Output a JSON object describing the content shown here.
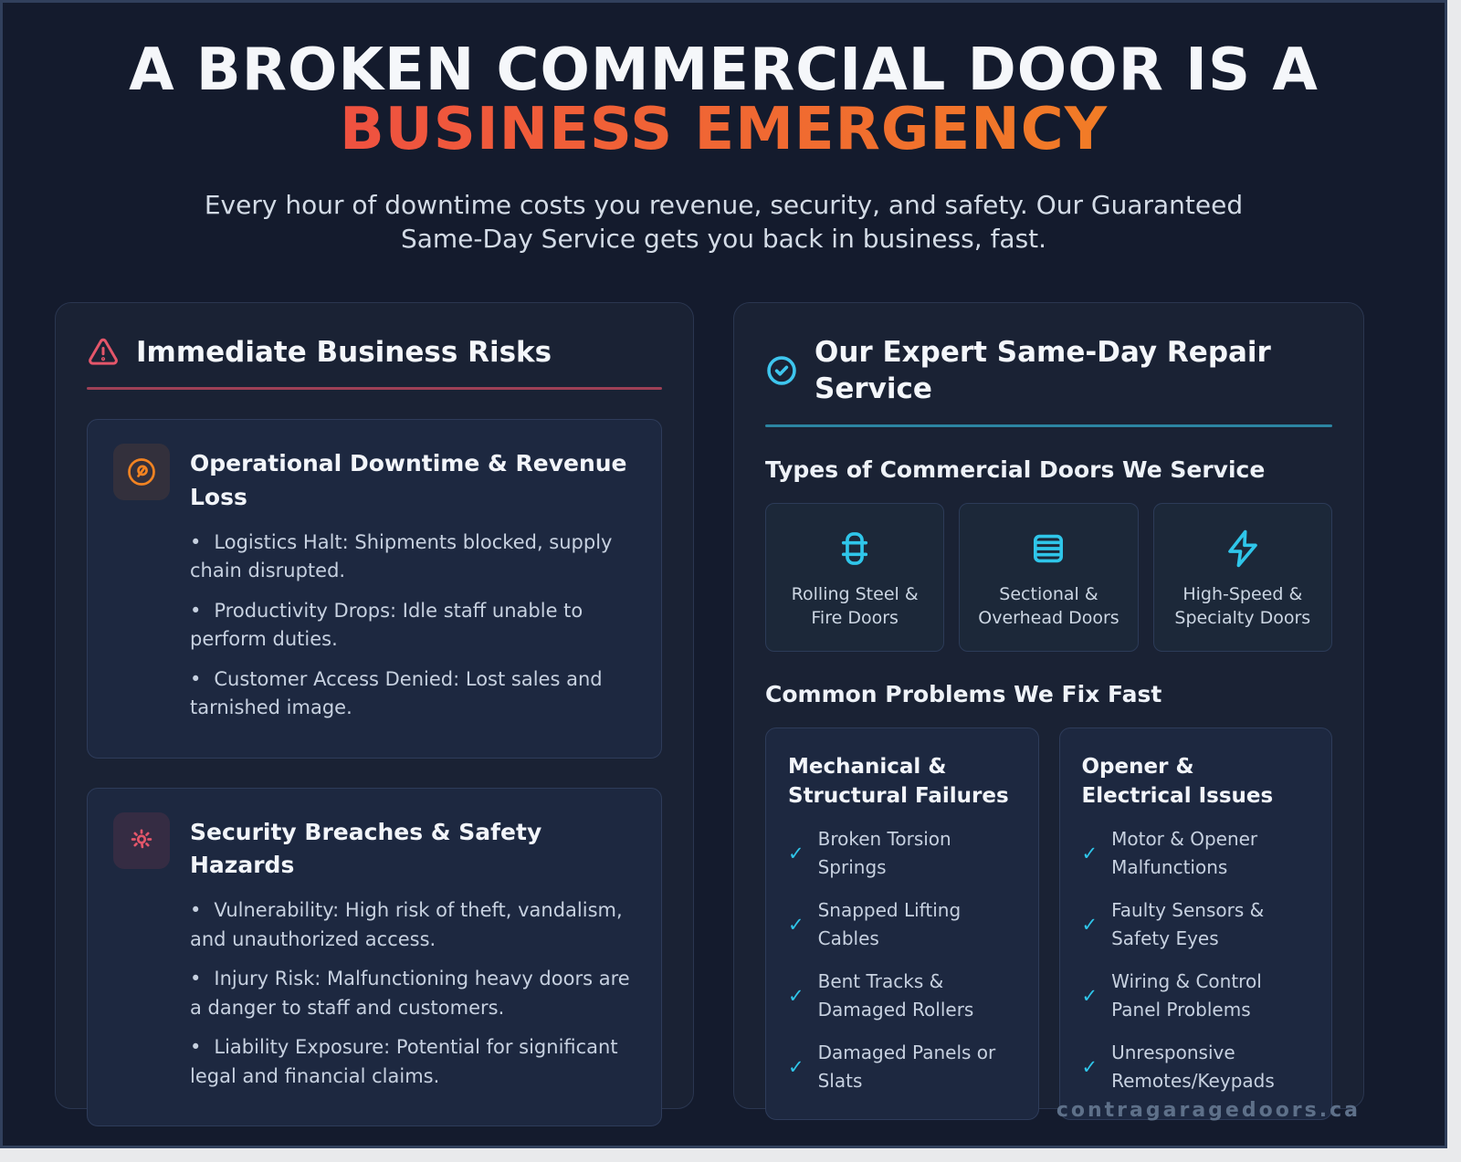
{
  "hero": {
    "title_line1": "A BROKEN COMMERCIAL DOOR IS A",
    "title_line2": "BUSINESS EMERGENCY",
    "subtitle": "Every hour of downtime costs you revenue, security, and safety. Our Guaranteed Same-Day Service gets you back in business, fast."
  },
  "colors": {
    "accent_red": "#e4566a",
    "accent_orange": "#f28322",
    "accent_cyan": "#3ec6ee",
    "title_gradient_start": "#ee4249",
    "title_gradient_end": "#f28322",
    "page_background": "#141b2d"
  },
  "glyphs": {
    "bullet": "•",
    "check": "✓"
  },
  "risks": {
    "header_icon": "warning-triangle-icon",
    "title": "Immediate Business Risks",
    "cards": [
      {
        "icon": "gauge-icon",
        "title": "Operational Downtime & Revenue Loss",
        "bullets": [
          "Logistics Halt: Shipments blocked, supply chain disrupted.",
          "Productivity Drops: Idle staff unable to perform duties.",
          "Customer Access Denied: Lost sales and tarnished image."
        ]
      },
      {
        "icon": "siren-icon",
        "title": "Security Breaches & Safety Hazards",
        "bullets": [
          "Vulnerability: High risk of theft, vandalism, and unauthorized access.",
          "Injury Risk: Malfunctioning heavy doors are a danger to staff and customers.",
          "Liability Exposure: Potential for significant legal and financial claims."
        ]
      }
    ]
  },
  "service": {
    "header_icon": "check-circle-icon",
    "title": "Our Expert Same-Day Repair Service",
    "door_types_heading": "Types of Commercial Doors We Service",
    "door_types": [
      {
        "icon": "rolling-steel-door-icon",
        "label": "Rolling Steel & Fire Doors"
      },
      {
        "icon": "sectional-door-icon",
        "label": "Sectional & Overhead Doors"
      },
      {
        "icon": "lightning-bolt-icon",
        "label": "High-Speed & Specialty Doors"
      }
    ],
    "problems_heading": "Common Problems We Fix Fast",
    "problem_groups": [
      {
        "title": "Mechanical & Structural Failures",
        "items": [
          "Broken Torsion Springs",
          "Snapped Lifting Cables",
          "Bent Tracks & Damaged Rollers",
          "Damaged Panels or Slats"
        ]
      },
      {
        "title": "Opener & Electrical Issues",
        "items": [
          "Motor & Opener Malfunctions",
          "Faulty Sensors & Safety Eyes",
          "Wiring & Control Panel Problems",
          "Unresponsive Remotes/Keypads"
        ]
      }
    ]
  },
  "footer": {
    "watermark": "contragaragedoors.ca"
  }
}
